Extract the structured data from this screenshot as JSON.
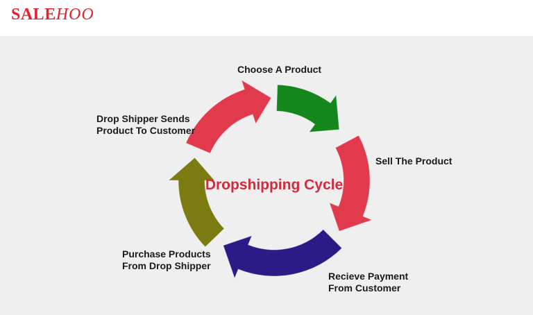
{
  "logo": {
    "sale": "SALE",
    "hoo": "HOO",
    "color": "#e2232e"
  },
  "diagram": {
    "title": "Dropshipping Cycle",
    "title_color": "#d42a3d",
    "steps": [
      {
        "label": "Choose A Product",
        "arrow_color": "#e23a4d"
      },
      {
        "label": "Sell The Product",
        "arrow_color": "#14861c"
      },
      {
        "label": "Recieve Payment\nFrom Customer",
        "arrow_color": "#e23a4d"
      },
      {
        "label": "Purchase Products\nFrom Drop Shipper",
        "arrow_color": "#2a1b87"
      },
      {
        "label": "Drop Shipper Sends\nProduct To Customer",
        "arrow_color": "#7c7b12"
      }
    ],
    "segment_colors": [
      "#14861c",
      "#e23a4d",
      "#2a1b87",
      "#7c7b12",
      "#e23a4d"
    ]
  }
}
